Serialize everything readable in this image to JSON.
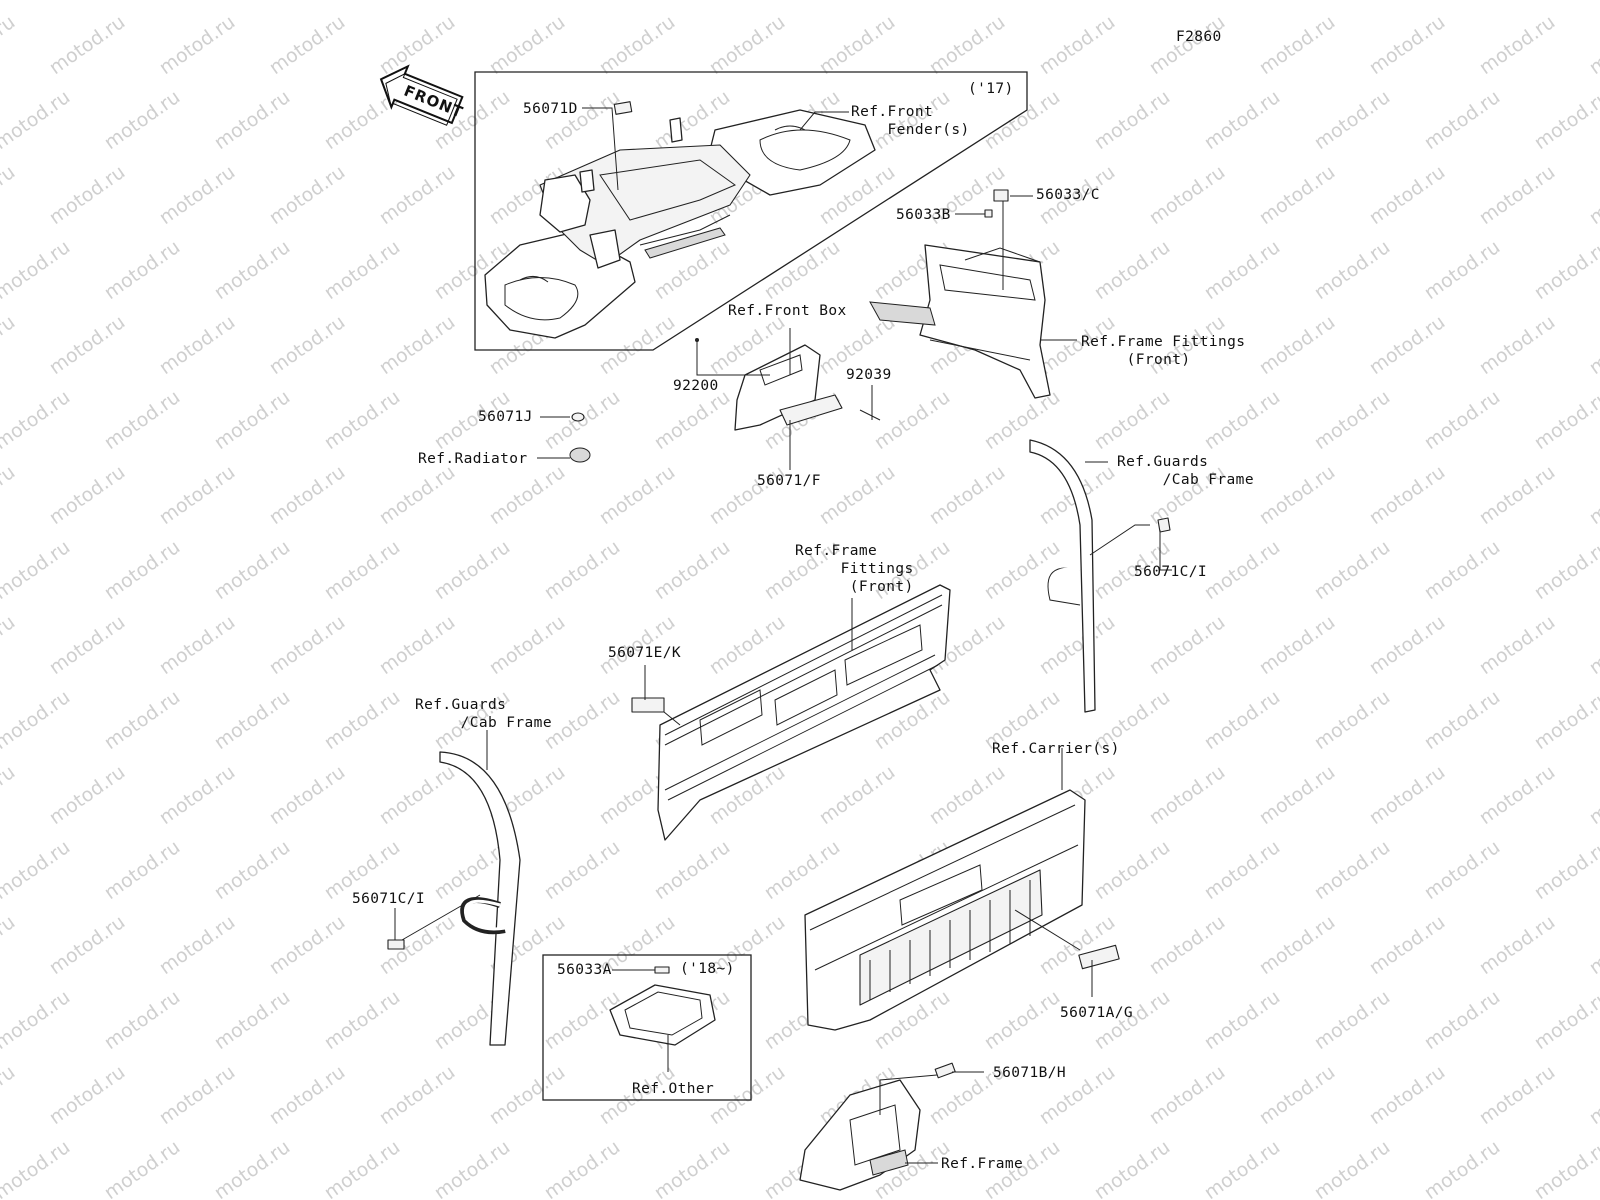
{
  "figure_code": "F2860",
  "front_arrow_label": "FRONT",
  "watermark": "motod.ru",
  "boxes": {
    "top_year": "('17)",
    "bottom_year": "('18~)"
  },
  "part_numbers": {
    "p56071D": "56071D",
    "p56033C": "56033/C",
    "p56033B": "56033B",
    "p92200": "92200",
    "p92039": "92039",
    "p56071J": "56071J",
    "p56071F": "56071/F",
    "p56071C_right": "56071C/I",
    "p56071EK": "56071E/K",
    "p56071C_left": "56071C/I",
    "p56033A": "56033A",
    "p56071AG": "56071A/G",
    "p56071BH": "56071B/H"
  },
  "references": {
    "front_fender": "Ref.Front\n    Fender(s)",
    "front_box": "Ref.Front Box",
    "frame_fittings_right": "Ref.Frame Fittings\n     (Front)",
    "radiator": "Ref.Radiator",
    "guards_right": "Ref.Guards\n     /Cab Frame",
    "frame_fittings_center": "Ref.Frame\n     Fittings\n      (Front)",
    "guards_left": "Ref.Guards\n     /Cab Frame",
    "carrier": "Ref.Carrier(s)",
    "other": "Ref.Other",
    "frame": "Ref.Frame"
  }
}
